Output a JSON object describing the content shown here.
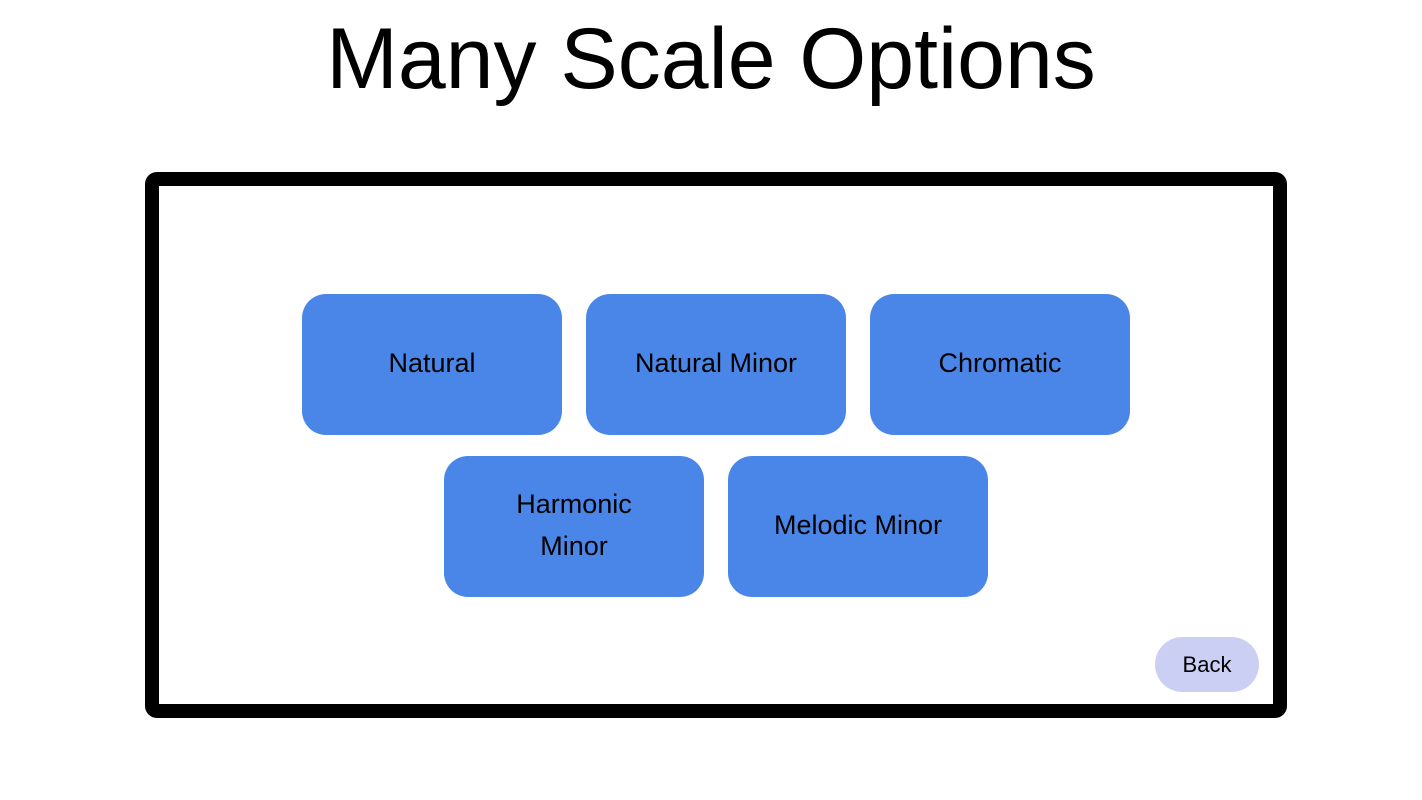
{
  "title": "Many Scale Options",
  "scale_options": [
    {
      "label": "Natural"
    },
    {
      "label": "Natural Minor"
    },
    {
      "label": "Chromatic"
    },
    {
      "label": "Harmonic Minor"
    },
    {
      "label": "Melodic Minor"
    }
  ],
  "back_button": {
    "label": "Back"
  },
  "colors": {
    "button_blue": "#4a86e8",
    "back_button_bg": "#cbcff4",
    "button_text": "#000000",
    "title_text": "#000000",
    "panel_border": "#000000",
    "page_background": "#ffffff"
  }
}
